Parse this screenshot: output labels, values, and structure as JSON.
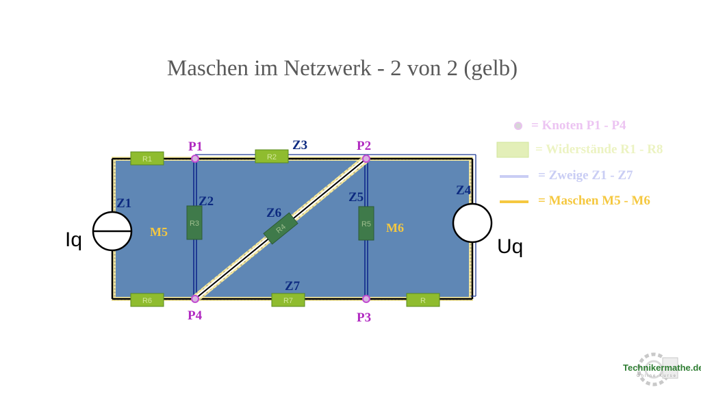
{
  "title": "Maschen im Netzwerk - 2 von 2 (gelb)",
  "colors": {
    "mesh_fill": "#5f87b5",
    "wire": "#000000",
    "branch_line": "#1f3a93",
    "resistor": "#8fbc2f",
    "resistor_dark": "#3f7a4a",
    "mesh_outline": "#f5d442",
    "node": "#c24ad0",
    "node_label": "#b028c0",
    "branch_label": "#0d2a80",
    "mesh_label": "#f5c840"
  },
  "diagram": {
    "nodes": {
      "p1": "P1",
      "p2": "P2",
      "p3": "P3",
      "p4": "P4"
    },
    "branches": {
      "z1": "Z1",
      "z2": "Z2",
      "z3": "Z3",
      "z4": "Z4",
      "z5": "Z5",
      "z6": "Z6",
      "z7": "Z7"
    },
    "meshes": {
      "m5": "M5",
      "m6": "M6"
    },
    "resistors": {
      "r1": "R1",
      "r2": "R2",
      "r3": "R3",
      "r4": "R4",
      "r5": "R5",
      "r6": "R6",
      "r7": "R7"
    },
    "sources": {
      "current": "Iq",
      "voltage": "Uq"
    }
  },
  "legend": [
    {
      "icon": "node-dot-icon",
      "text": "= Knoten P1 - P4",
      "color": "#ecc4f2"
    },
    {
      "icon": "resistor-swatch-icon",
      "text": "= Widerstände R1 - R8",
      "color": "#ecf3c2"
    },
    {
      "icon": "branch-line-icon",
      "text": "= Zweige Z1 - Z7",
      "color": "#c9cdf4"
    },
    {
      "icon": "mesh-line-icon",
      "text": "= Maschen M5 - M6",
      "color": "#f5c840"
    }
  ],
  "brand": {
    "name": "Technikermathe.de",
    "tagline": "Online-Kurse"
  }
}
